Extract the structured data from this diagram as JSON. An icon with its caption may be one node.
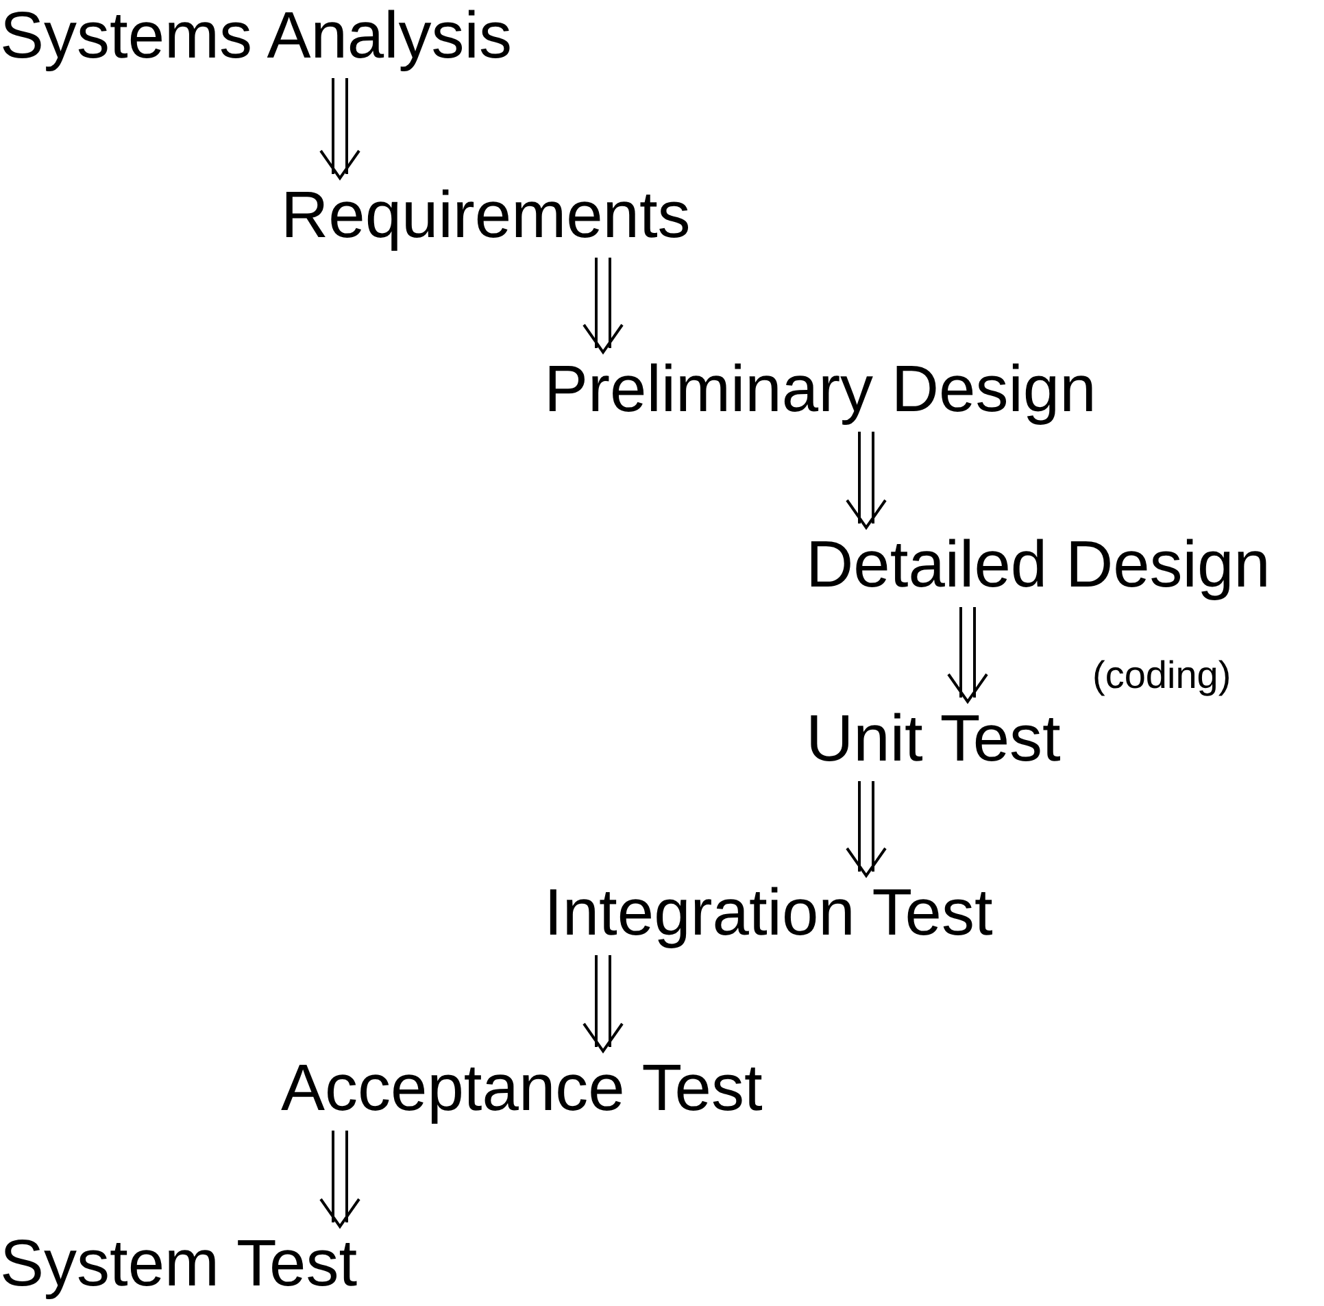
{
  "diagram": {
    "nodes": [
      {
        "text": [
          "Systems Analysis"
        ]
      },
      {
        "text": [
          "Requirements"
        ]
      },
      {
        "text": [
          "Preliminary Design"
        ]
      },
      {
        "text": [
          "Detailed Design"
        ]
      },
      {
        "text": [
          "Unit Test"
        ]
      },
      {
        "text": [
          "Integration Test"
        ]
      },
      {
        "text": [
          "Acceptance Test"
        ]
      },
      {
        "text": [
          "System Test"
        ]
      }
    ],
    "edges": [
      {
        "from": 0,
        "to": 1,
        "arrow": "to"
      },
      {
        "from": 1,
        "to": 2,
        "arrow": "to"
      },
      {
        "from": 2,
        "to": 3,
        "arrow": "to"
      },
      {
        "from": 3,
        "to": 4,
        "arrow": "to",
        "label": "(coding)"
      },
      {
        "from": 4,
        "to": 5,
        "arrow": "to"
      },
      {
        "from": 5,
        "to": 6,
        "arrow": "to"
      },
      {
        "from": 6,
        "to": 7,
        "arrow": "to"
      }
    ]
  }
}
